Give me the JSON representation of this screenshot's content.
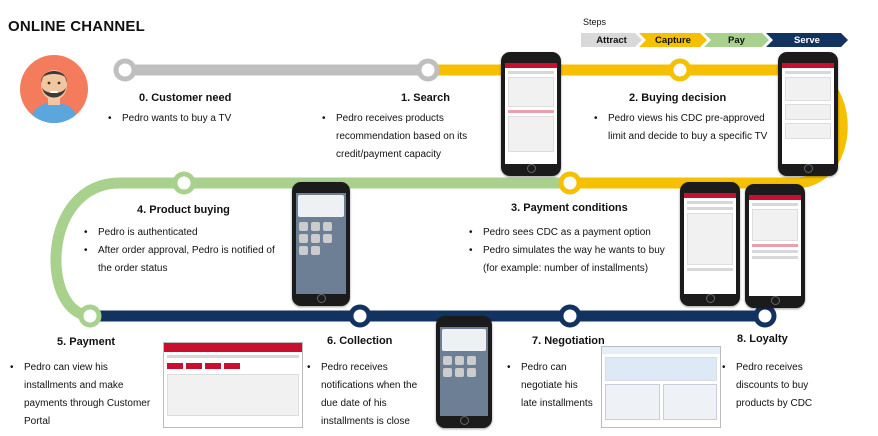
{
  "header": {
    "title": "ONLINE CHANNEL",
    "steps_label": "Steps"
  },
  "steps": [
    {
      "label": "Attract",
      "color": "#d9d9d9"
    },
    {
      "label": "Capture",
      "color": "#f5c000"
    },
    {
      "label": "Pay",
      "color": "#a9d18e"
    },
    {
      "label": "Serve",
      "color": "#12325f"
    }
  ],
  "colors": {
    "attract": "#bfbfbf",
    "capture": "#f5c000",
    "pay": "#a9d18e",
    "serve": "#12325f",
    "accent": "#c8102e"
  },
  "stages": [
    {
      "title": "0. Customer need",
      "bullets": [
        "Pedro wants to buy a TV"
      ]
    },
    {
      "title": "1. Search",
      "bullets": [
        "Pedro receives products recommendation based on its credit/payment capacity"
      ]
    },
    {
      "title": "2. Buying decision",
      "bullets": [
        "Pedro views his CDC pre-approved limit and decide to buy a specific TV"
      ]
    },
    {
      "title": "3. Payment conditions",
      "bullets": [
        "Pedro sees CDC as a payment option",
        "Pedro simulates the way he wants to buy (for example: number of installments)"
      ]
    },
    {
      "title": "4. Product buying",
      "bullets": [
        "Pedro is authenticated",
        "After order approval, Pedro is notified of the order status"
      ]
    },
    {
      "title": "5. Payment",
      "bullets": [
        "Pedro can view his installments and make payments through Customer Portal"
      ]
    },
    {
      "title": "6. Collection",
      "bullets": [
        "Pedro receives notifications when the due date of his installments is close"
      ]
    },
    {
      "title": "7. Negotiation",
      "bullets": [
        "Pedro can negotiate his late installments"
      ]
    },
    {
      "title": "8. Loyalty",
      "bullets": [
        "Pedro receives discounts to buy products by CDC"
      ]
    }
  ],
  "icons": [
    "customer-avatar-icon",
    "smartphone-icon",
    "portal-screenshot-icon"
  ]
}
